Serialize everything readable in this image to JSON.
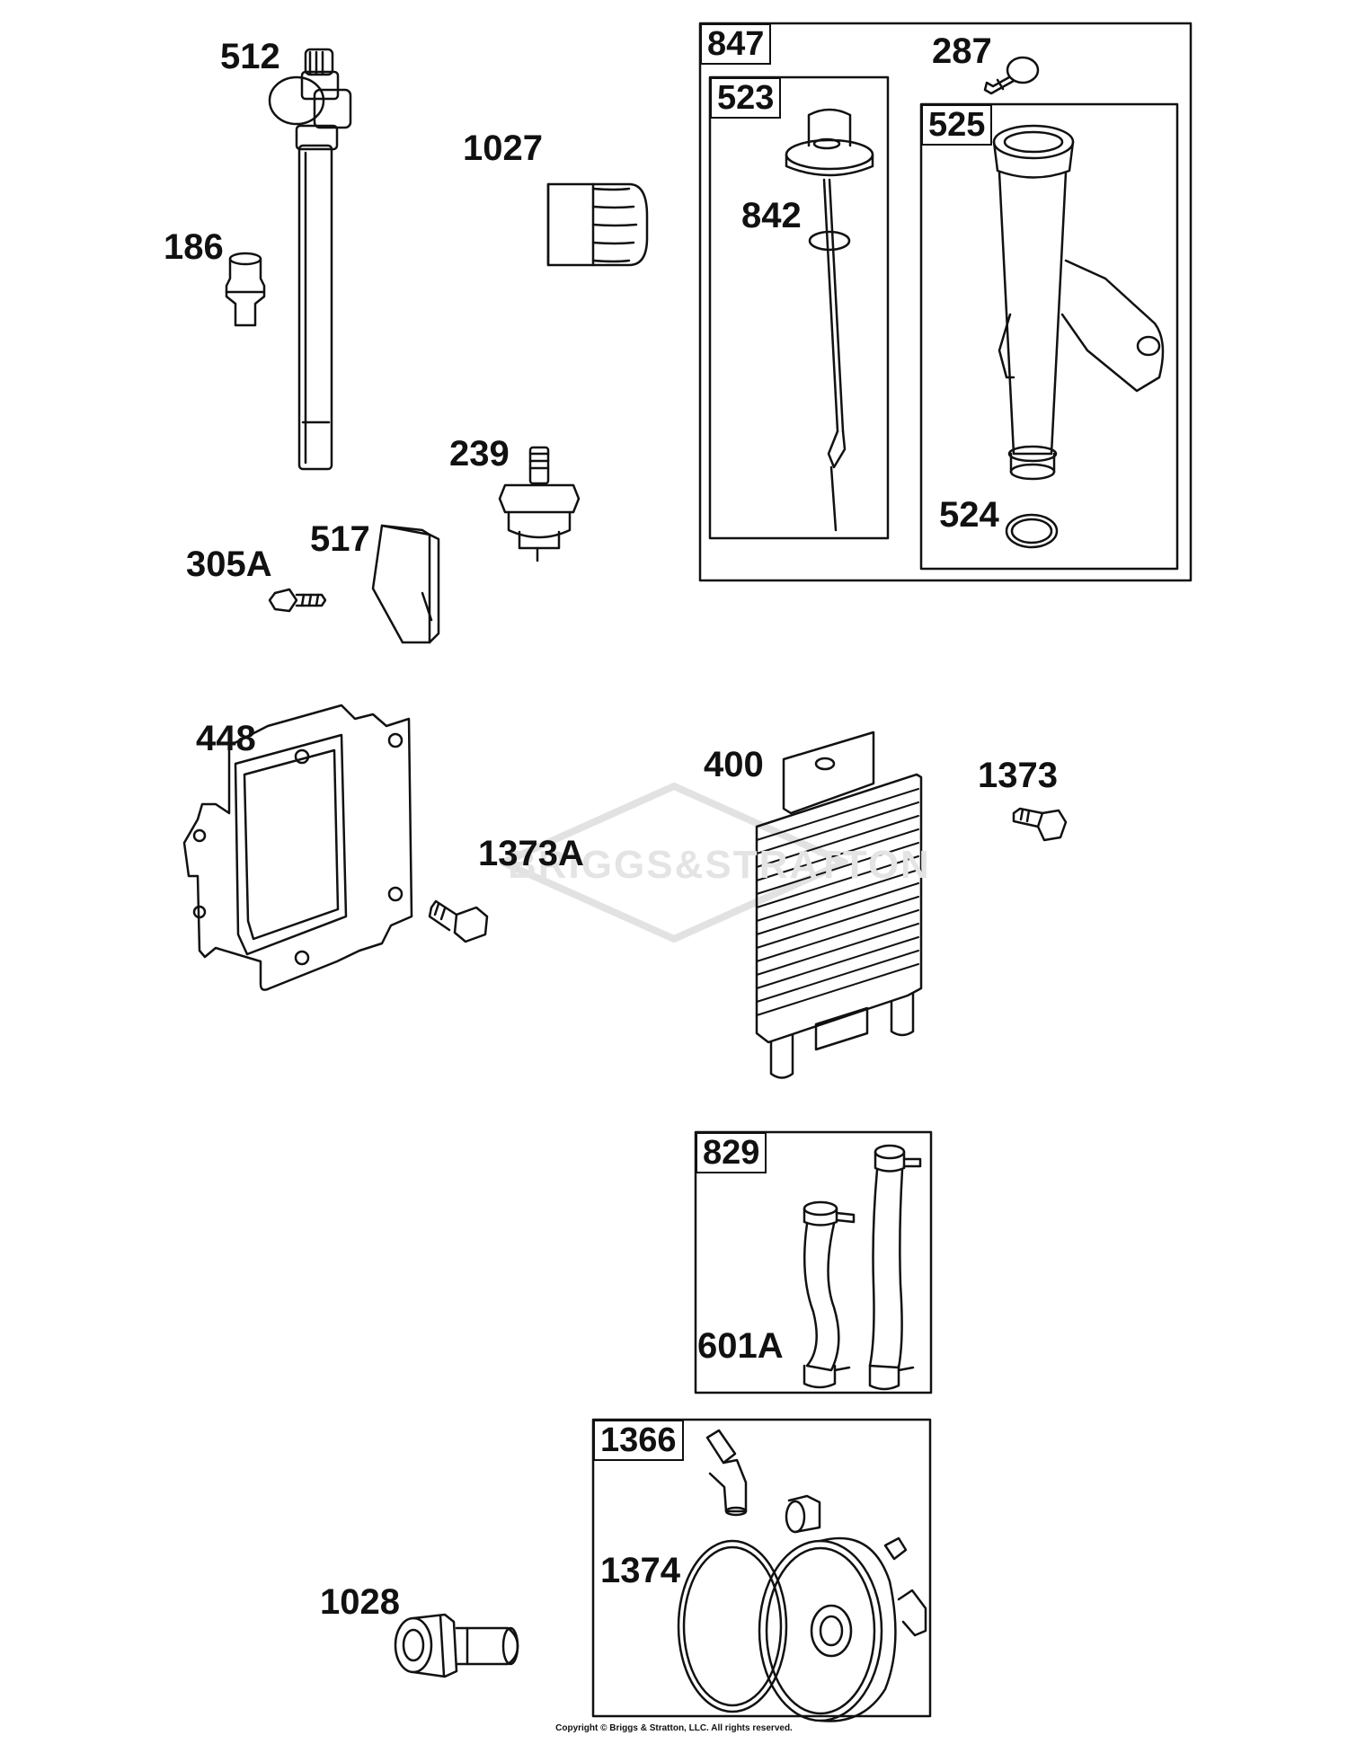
{
  "diagram": {
    "watermark_text": "BRIGGS&STRATTON",
    "copyright": "Copyright © Briggs & Stratton, LLC. All rights reserved.",
    "part_labels": {
      "p512": "512",
      "p1027": "1027",
      "p186": "186",
      "p239": "239",
      "p517": "517",
      "p305a": "305A",
      "p842": "842",
      "p287": "287",
      "p524": "524",
      "p448": "448",
      "p400": "400",
      "p1373": "1373",
      "p1373a": "1373A",
      "p601a": "601A",
      "p1374": "1374",
      "p1028": "1028"
    },
    "group_tags": {
      "g847": "847",
      "g523": "523",
      "g525": "525",
      "g829": "829",
      "g1366": "1366"
    }
  }
}
